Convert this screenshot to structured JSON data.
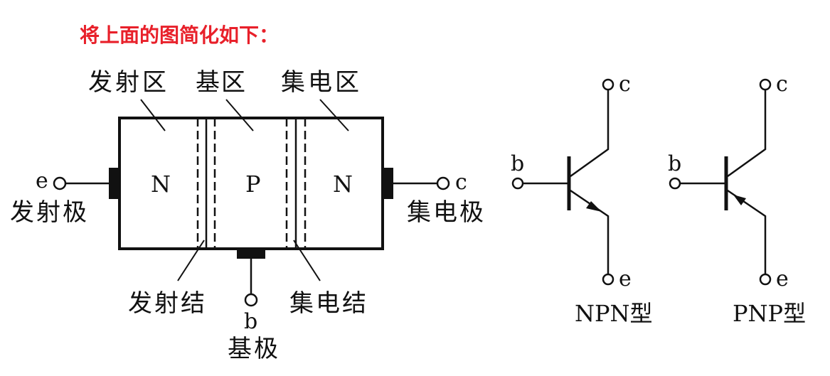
{
  "heading": "将上面的图简化如下：",
  "structure": {
    "region_labels": {
      "emitter": "发射区",
      "base": "基区",
      "collector": "集电区"
    },
    "region_types": {
      "left": "N",
      "middle": "P",
      "right": "N"
    },
    "junction_labels": {
      "emitter": "发射结",
      "collector": "集电结"
    },
    "terminals": {
      "emitter": {
        "letter": "e",
        "name": "发射极"
      },
      "collector": {
        "letter": "c",
        "name": "集电极"
      },
      "base": {
        "letter": "b",
        "name": "基极"
      }
    }
  },
  "symbols": [
    {
      "id": "npn",
      "caption": "NPN型",
      "b": "b",
      "c": "c",
      "e": "e"
    },
    {
      "id": "pnp",
      "caption": "PNP型",
      "b": "b",
      "c": "c",
      "e": "e"
    }
  ]
}
